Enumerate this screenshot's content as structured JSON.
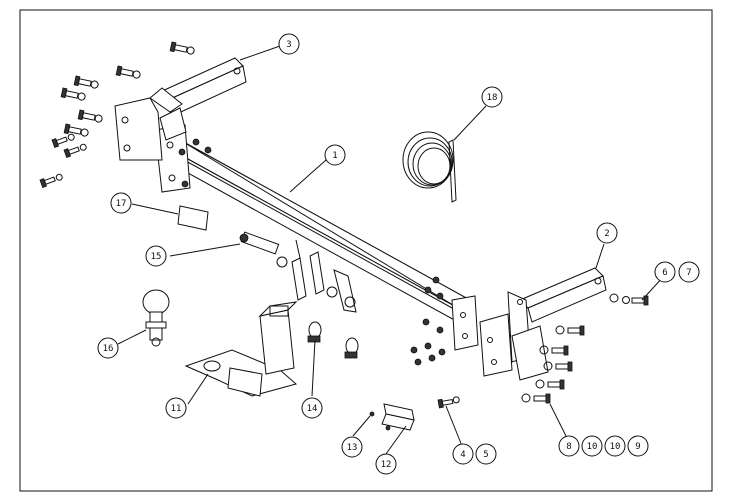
{
  "diagram": {
    "callouts": [
      {
        "id": "c1",
        "label": "1"
      },
      {
        "id": "c2",
        "label": "2"
      },
      {
        "id": "c3",
        "label": "3"
      },
      {
        "id": "c4",
        "label": "4"
      },
      {
        "id": "c5",
        "label": "5"
      },
      {
        "id": "c6",
        "label": "6"
      },
      {
        "id": "c7",
        "label": "7"
      },
      {
        "id": "c8",
        "label": "8"
      },
      {
        "id": "c10a",
        "label": "10"
      },
      {
        "id": "c10b",
        "label": "10"
      },
      {
        "id": "c9",
        "label": "9"
      },
      {
        "id": "c11",
        "label": "11"
      },
      {
        "id": "c12",
        "label": "12"
      },
      {
        "id": "c13",
        "label": "13"
      },
      {
        "id": "c14",
        "label": "14"
      },
      {
        "id": "c15",
        "label": "15"
      },
      {
        "id": "c16",
        "label": "16"
      },
      {
        "id": "c17",
        "label": "17"
      },
      {
        "id": "c18",
        "label": "18"
      }
    ]
  }
}
